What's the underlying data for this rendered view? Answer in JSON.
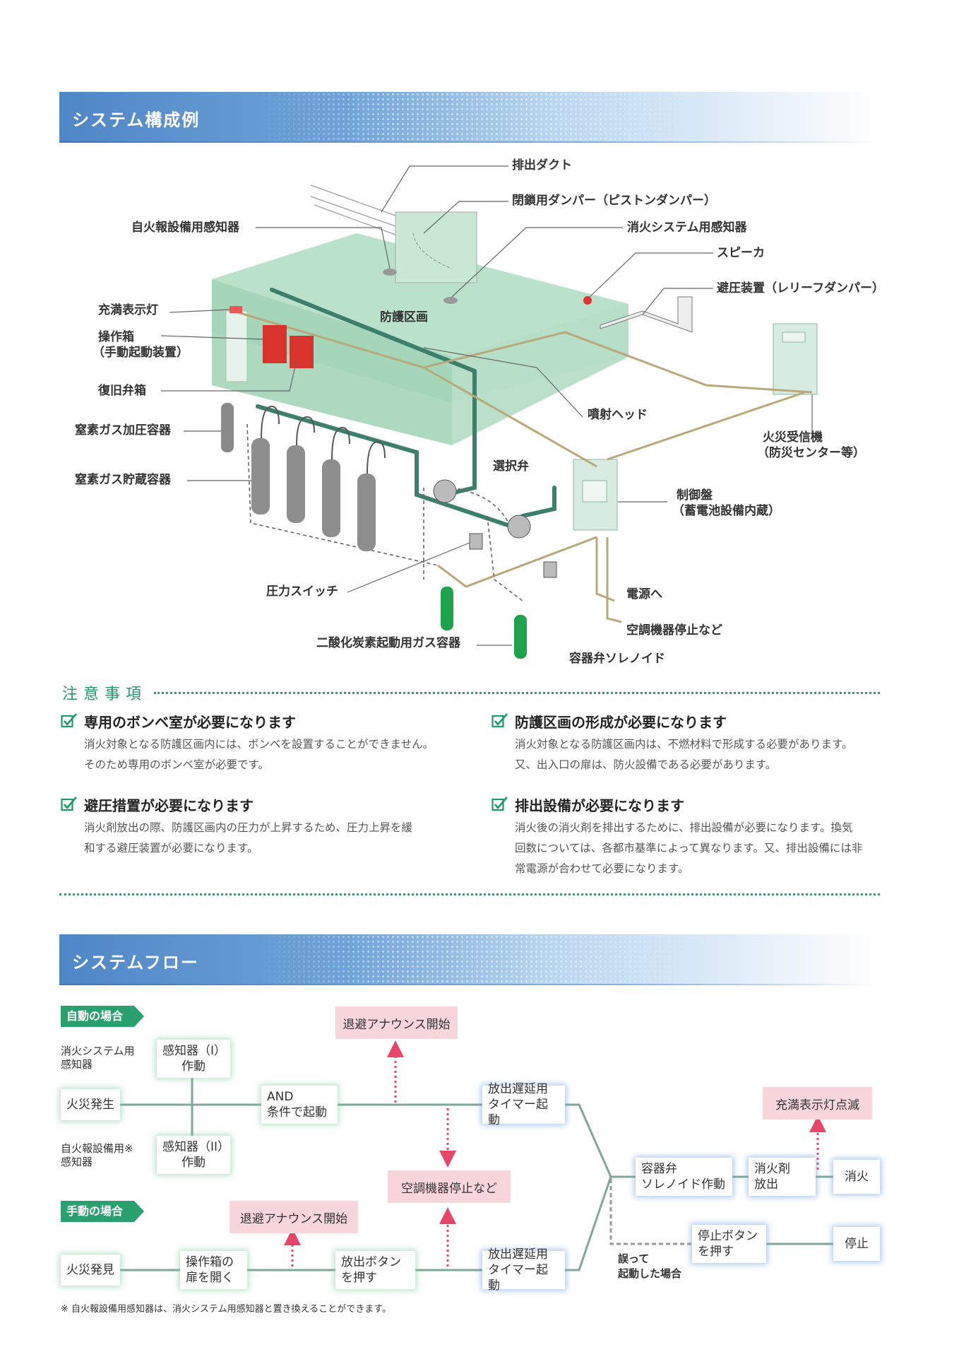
{
  "sections": {
    "system_example": "システム構成例",
    "system_flow": "システムフロー"
  },
  "diagram_labels": {
    "exhaust_duct": "排出ダクト",
    "damper": "閉鎖用ダンパー（ピストンダンパー）",
    "fire_alarm_detector": "自火報設備用感知器",
    "extinguish_detector": "消火システム用感知器",
    "speaker": "スピーカ",
    "relief_device": "避圧装置（レリーフダンパー）",
    "full_indicator": "充満表示灯",
    "protected_zone": "防護区画",
    "operation_box_1": "操作箱",
    "operation_box_2": "（手動起動装置）",
    "reset_valve_box": "復旧弁箱",
    "spray_head": "噴射ヘッド",
    "n2_pressurizer": "窒素ガス加圧容器",
    "receiver_1": "火災受信機",
    "receiver_2": "（防災センター等）",
    "n2_storage": "窒素ガス貯蔵容器",
    "selector_valve": "選択弁",
    "control_panel_1": "制御盤",
    "control_panel_2": "（蓄電池設備内蔵）",
    "pressure_switch": "圧力スイッチ",
    "to_power": "電源へ",
    "hvac_stop": "空調機器停止など",
    "co2_container": "二酸化炭素起動用ガス容器",
    "solenoid": "容器弁ソレノイド"
  },
  "notes": {
    "title": "注意事項",
    "items": [
      {
        "heading": "専用のボンベ室が必要になります",
        "lines": [
          "消火対象となる防護区画内には、ボンベを設置することができません。",
          "そのため専用のボンベ室が必要です。"
        ]
      },
      {
        "heading": "防護区画の形成が必要になります",
        "lines": [
          "消火対象となる防護区画内は、不燃材料で形成する必要があります。",
          "又、出入口の扉は、防火設備である必要があります。"
        ]
      },
      {
        "heading": "避圧措置が必要になります",
        "lines": [
          "消火剤放出の際、防護区画内の圧力が上昇するため、圧力上昇を緩",
          "和する避圧装置が必要になります。"
        ]
      },
      {
        "heading": "排出設備が必要になります",
        "lines": [
          "消火後の消火剤を排出するために、排出設備が必要になります。換気",
          "回数については、各都市基準によって異なります。又、排出設備には非",
          "常電源が合わせて必要になります。"
        ]
      }
    ]
  },
  "flow": {
    "auto_tag": "自動の場合",
    "manual_tag": "手動の場合",
    "ext_detector_1": "消火システム用",
    "ext_detector_2": "感知器",
    "alarm_detector_1": "自火報設備用※",
    "alarm_detector_2": "感知器",
    "fire_occur": "火災発生",
    "sensor1_1": "感知器（I）",
    "sensor1_2": "作動",
    "sensor2_1": "感知器（II）",
    "sensor2_2": "作動",
    "and_1": "AND",
    "and_2": "条件で起動",
    "evac_announce_auto": "退避アナウンス開始",
    "timer_auto_1": "放出遅延用",
    "timer_auto_2": "タイマー起動",
    "hvac_stop": "空調機器停止など",
    "full_lamp": "充満表示灯点滅",
    "solenoid_1": "容器弁",
    "solenoid_2": "ソレノイド作動",
    "release_1": "消火剤",
    "release_2": "放出",
    "extinguish": "消火",
    "fire_found": "火災発見",
    "open_box_1": "操作箱の",
    "open_box_2": "扉を開く",
    "evac_announce_manual": "退避アナウンス開始",
    "press_release_1": "放出ボタン",
    "press_release_2": "を押す",
    "timer_manual_1": "放出遅延用",
    "timer_manual_2": "タイマー起動",
    "mistake_1": "誤って",
    "mistake_2": "起動した場合",
    "stop_button_1": "停止ボタン",
    "stop_button_2": "を押す",
    "stop": "停止",
    "footnote": "※ 自火報設備用感知器は、消火システム用感知器と置き換えることができます。"
  },
  "colors": {
    "accent_blue": "#4f86c6",
    "green": "#2aa06e",
    "pink": "#f8d6dc"
  }
}
